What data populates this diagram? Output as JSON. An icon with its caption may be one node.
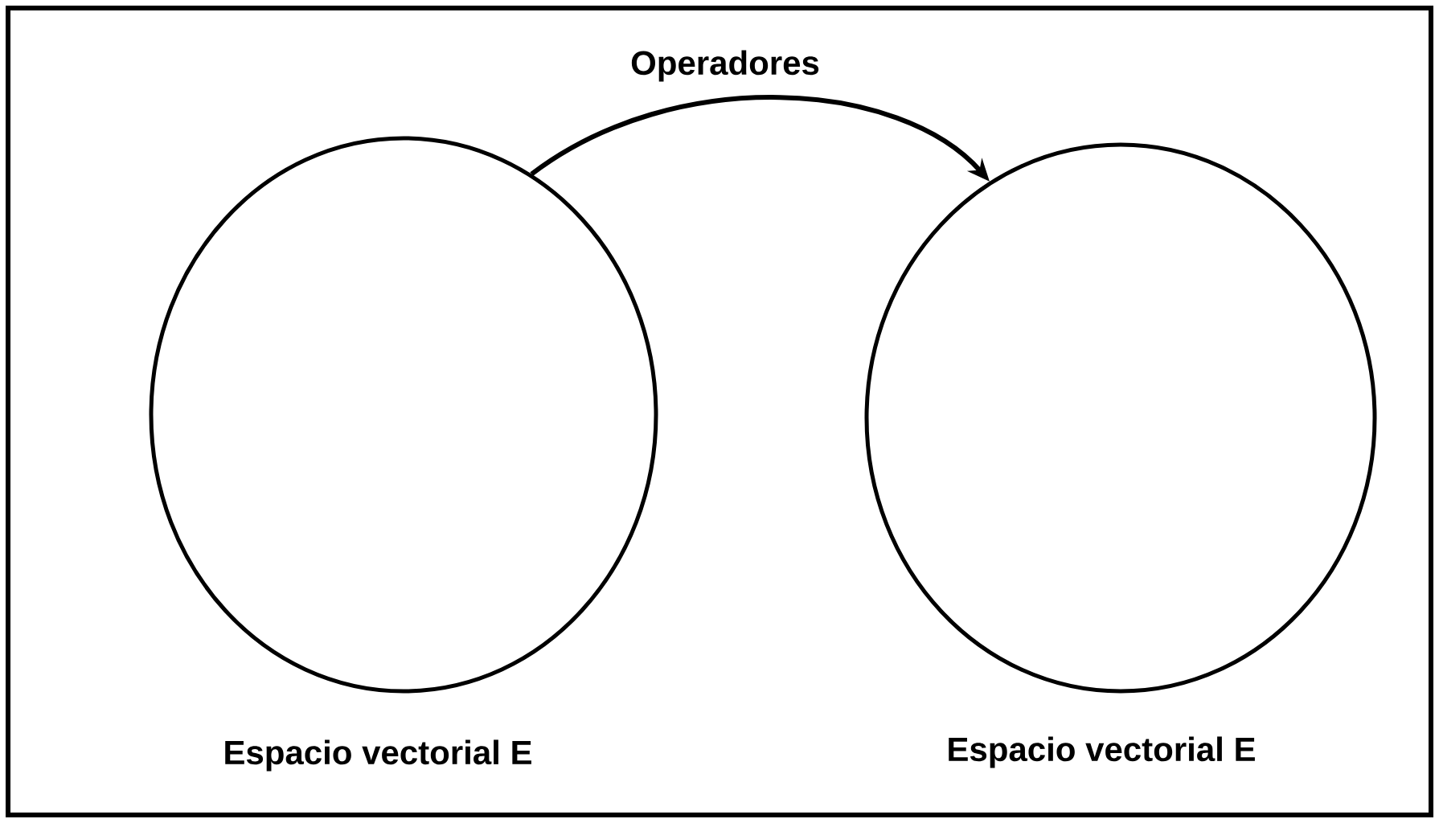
{
  "diagram": {
    "nodes": [
      {
        "text": [],
        "shape": "circle",
        "beside": [
          "Espacio vectorial E"
        ]
      },
      {
        "text": [],
        "shape": "circle",
        "beside": [
          "Espacio vectorial E"
        ]
      }
    ],
    "edges": [
      {
        "from": 0,
        "to": 1,
        "arrow": "to",
        "label": "Operadores"
      }
    ]
  }
}
